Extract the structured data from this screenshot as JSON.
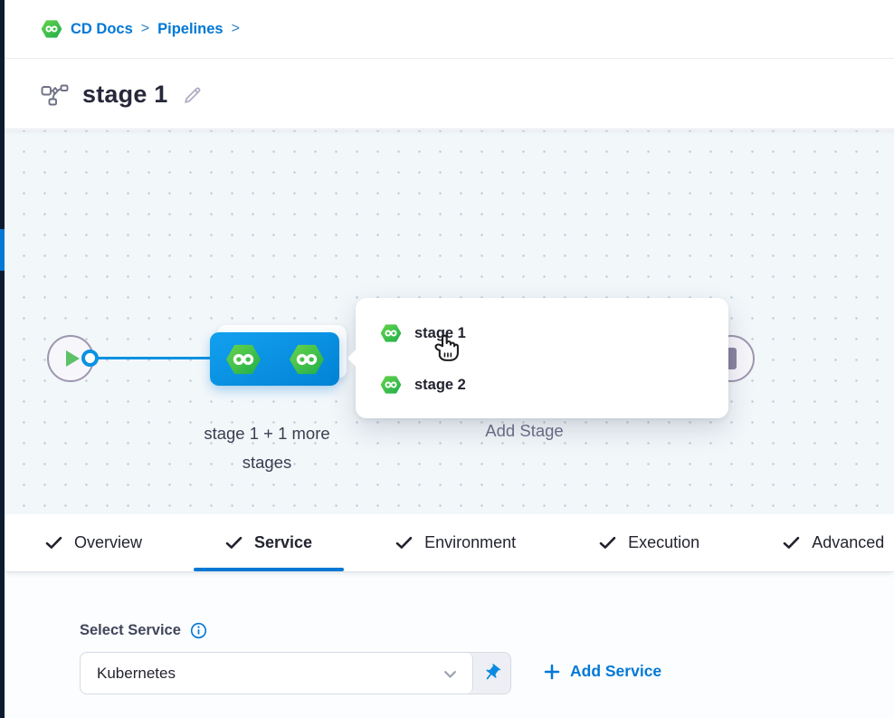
{
  "breadcrumb": {
    "items": [
      "CD Docs",
      "Pipelines"
    ],
    "separator": ">"
  },
  "header": {
    "title": "stage 1"
  },
  "canvas": {
    "stage_label_line1": "stage 1 + 1 more",
    "stage_label_line2": "stages",
    "add_stage_label": "Add Stage",
    "popup_items": [
      {
        "label": "stage 1"
      },
      {
        "label": "stage 2"
      }
    ]
  },
  "tabs": {
    "active": "Service",
    "items": [
      {
        "label": "Overview"
      },
      {
        "label": "Service"
      },
      {
        "label": "Environment"
      },
      {
        "label": "Execution"
      },
      {
        "label": "Advanced"
      }
    ]
  },
  "service_panel": {
    "label": "Select Service",
    "dropdown_value": "Kubernetes",
    "add_service_label": "Add Service"
  },
  "colors": {
    "primary_blue": "#0278d5",
    "node_blue": "#0b92e1",
    "hex_green_light": "#63d24b",
    "hex_green_dark": "#24b04b",
    "canvas_bg": "#f2f7fa"
  }
}
